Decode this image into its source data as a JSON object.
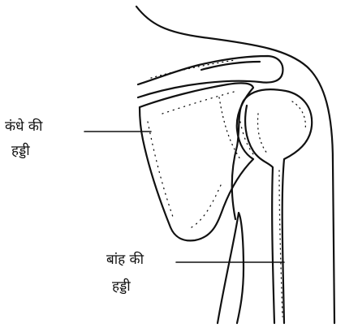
{
  "labels": {
    "shoulder_bone": {
      "line1": "कंधे की",
      "line2": "हड्डी"
    },
    "arm_bone": {
      "line1": "बांह की",
      "line2": "हड्डी"
    }
  },
  "colors": {
    "ink": "#111111",
    "background": "#ffffff"
  }
}
